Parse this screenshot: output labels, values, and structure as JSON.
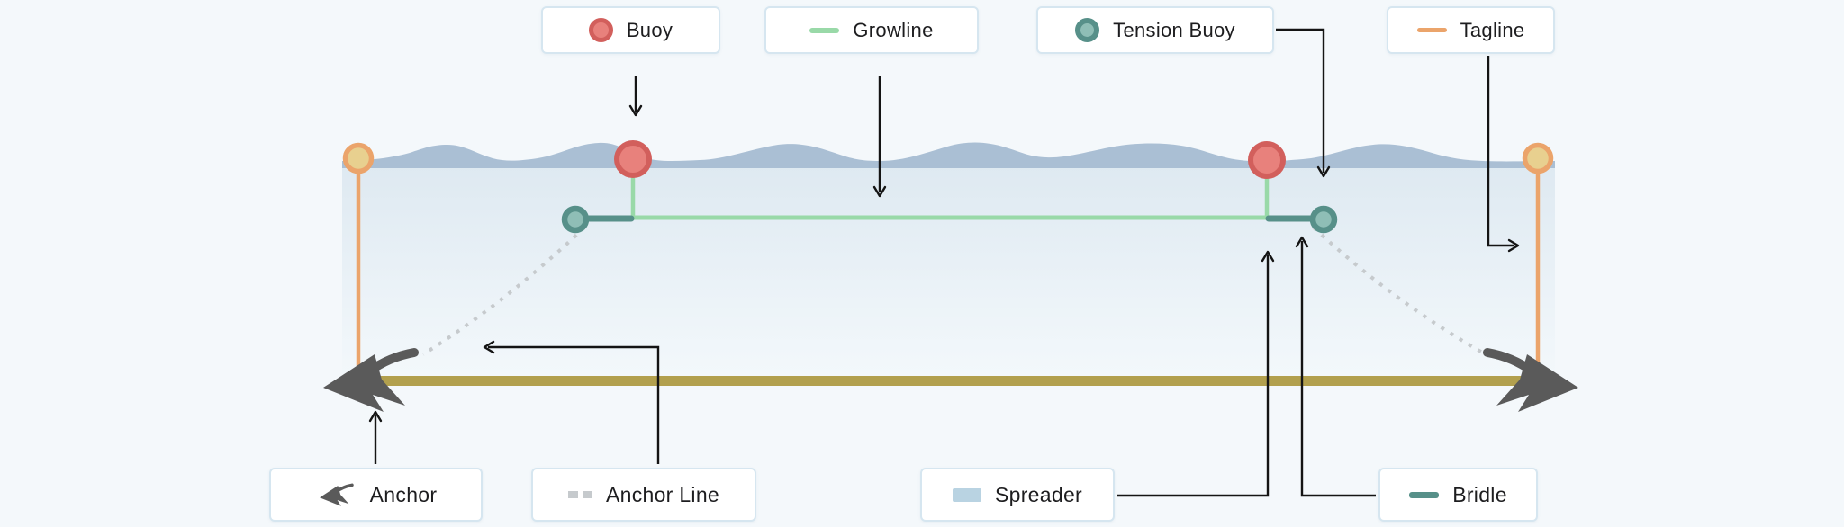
{
  "legend_top": [
    {
      "id": "buoy",
      "label": "Buoy",
      "icon": "red-circle"
    },
    {
      "id": "growline",
      "label": "Growline",
      "icon": "green-line"
    },
    {
      "id": "tension-buoy",
      "label": "Tension Buoy",
      "icon": "teal-circle"
    },
    {
      "id": "tagline",
      "label": "Tagline",
      "icon": "orange-line"
    }
  ],
  "legend_bottom": [
    {
      "id": "anchor",
      "label": "Anchor",
      "icon": "anchor-arrow"
    },
    {
      "id": "anchor-line",
      "label": "Anchor Line",
      "icon": "gray-dashes"
    },
    {
      "id": "spreader",
      "label": "Spreader",
      "icon": "light-blue-rect"
    },
    {
      "id": "bridle",
      "label": "Bridle",
      "icon": "teal-line"
    }
  ],
  "colors": {
    "background": "#f4f8fb",
    "box_bg": "#ffffff",
    "box_border": "#d6e6f0",
    "text": "#1d1d1f",
    "buoy_fill": "#e8817c",
    "buoy_stroke": "#d25f5c",
    "growline": "#99d9a8",
    "tension_fill": "#8fbeb6",
    "tension_stroke": "#579089",
    "tagline": "#eba46b",
    "tagline_buoy_fill": "#e8d08f",
    "anchor": "#5a5a5a",
    "anchor_line": "#c6cacd",
    "spreader": "#b9d3e2",
    "seabed": "#b2a04e",
    "wave": "#aabfd4",
    "water_top": "#dee9f1",
    "water_bottom": "#f3f8fb",
    "arrow": "#141414"
  }
}
